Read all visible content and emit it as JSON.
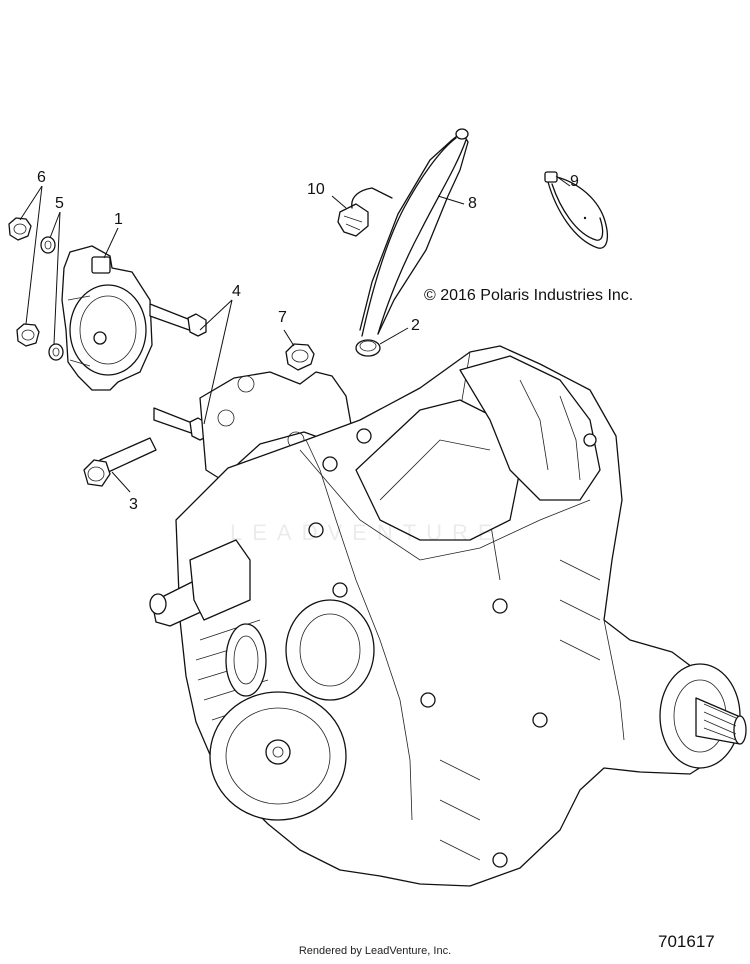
{
  "diagram": {
    "callouts": [
      {
        "id": "1",
        "label": "1"
      },
      {
        "id": "2",
        "label": "2"
      },
      {
        "id": "3",
        "label": "3"
      },
      {
        "id": "4",
        "label": "4"
      },
      {
        "id": "5",
        "label": "5"
      },
      {
        "id": "6",
        "label": "6"
      },
      {
        "id": "7",
        "label": "7"
      },
      {
        "id": "8",
        "label": "8"
      },
      {
        "id": "9",
        "label": "9"
      },
      {
        "id": "10",
        "label": "10"
      }
    ],
    "copyright": "© 2016 Polaris Industries Inc.",
    "drawing_number": "701617",
    "footer": "Rendered by LeadVenture, Inc.",
    "watermark": "LEADVENTURE"
  },
  "colors": {
    "line": "#111111",
    "background": "#ffffff"
  }
}
